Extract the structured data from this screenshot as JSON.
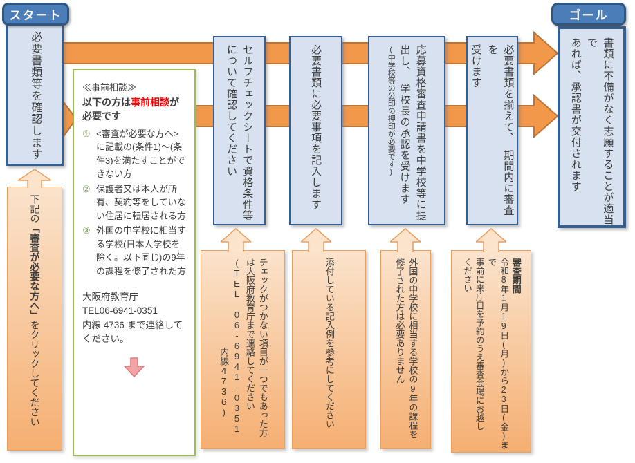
{
  "header": {
    "start_label": "スタート",
    "goal_label": "ゴール"
  },
  "steps": [
    {
      "text": "必要書類等を確認します"
    },
    {
      "text": "セルフチェックシートで資格条件等\nについて確認してください"
    },
    {
      "text": "必要書類に必要事項を記入します"
    },
    {
      "text": "応募資格審査申請書を中学校等に提\n出し、　学校長の承認を受けます",
      "note": "(中学校等の公印の押印が必要です)"
    },
    {
      "text": "必要書類を揃えて、　期間内に審査を\n受けます"
    }
  ],
  "goal": {
    "text": "書類に不備がなく志願することが適当で\nあれば、承認書が交付されます"
  },
  "consultation": {
    "title": "≪事前相談≫",
    "headline_prefix": "以下の方は",
    "headline_em": "事前相談",
    "headline_suffix": "が\n必要です",
    "items": [
      {
        "marker": "①",
        "text": "<審査が必要な方へ>に記載の(条件1)〜(条件3)を満たすことができない方"
      },
      {
        "marker": "②",
        "text": "保護者又は本人が所有、契約等をしていない住居に転居される方"
      },
      {
        "marker": "③",
        "text": "外国の中学校に相当する学校(日本人学校を除く。以下同じ)の9年の課程を修了された方"
      }
    ],
    "contact": "大阪府教育庁\nTEL06-6941-0351\n内線 4736 まで連絡してください。"
  },
  "callouts": {
    "click_prefix": "下記の",
    "click_em": "「審査が必要な方へ」",
    "click_suffix": "をクリックしてください",
    "selfcheck": "チェックがつかない項目が一つでもあった方\nは大阪府教育庁まで連絡してください\n(TEL 06-6941-0351\n　　　　　　　　　　内線4736)",
    "example": "添付している記入例を参考にしてください",
    "foreign": "外国の中学校に相当する学校の9年の課程を\n修了された方は必要ありません",
    "period_title": "審査期間",
    "period_text": "令和8年1月19日(月)から23日(金)まで\n事前に来庁日を予約のうえ審査会場にお越し\nください"
  },
  "colors": {
    "arrow_fill": "#F2984B",
    "arrow_border": "#BD7435",
    "step_fill": "#D7E1F0",
    "step_border": "#365F91",
    "header_fill": "#4B7DB8",
    "header_border": "#2F5680",
    "callout_border": "#EC9E5D",
    "callout_top": "#FBE3CC",
    "callout_bottom": "#F5AF72",
    "consult_border": "#9BBB59",
    "em_red": "#FF0000",
    "down_arrow": "#F2A3A3"
  }
}
